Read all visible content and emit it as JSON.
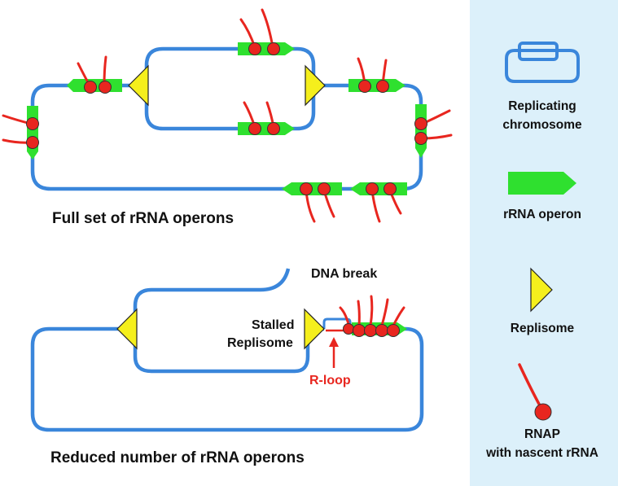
{
  "colors": {
    "dna": "#3a86db",
    "operon": "#2fe02f",
    "replisome": "#f5ef1c",
    "rnap": "#e8261f",
    "rna": "#e8261f",
    "legend_bg": "#dcf0fa",
    "text": "#111111",
    "rloop_label": "#e8261f"
  },
  "top_panel": {
    "caption": "Full set of rRNA operons"
  },
  "bottom_panel": {
    "caption": "Reduced number of rRNA operons",
    "dna_break_label": "DNA break",
    "stalled_label_line1": "Stalled",
    "stalled_label_line2": "Replisome",
    "rloop_label": "R-loop"
  },
  "legend": {
    "items": [
      {
        "icon": "replicating-chromosome-icon",
        "label_line1": "Replicating",
        "label_line2": "chromosome"
      },
      {
        "icon": "rrna-operon-icon",
        "label_line1": "rRNA operon"
      },
      {
        "icon": "replisome-icon",
        "label_line1": "Replisome"
      },
      {
        "icon": "rnap-icon",
        "label_line1": "RNAP",
        "label_line2": "with nascent rRNA"
      }
    ]
  }
}
